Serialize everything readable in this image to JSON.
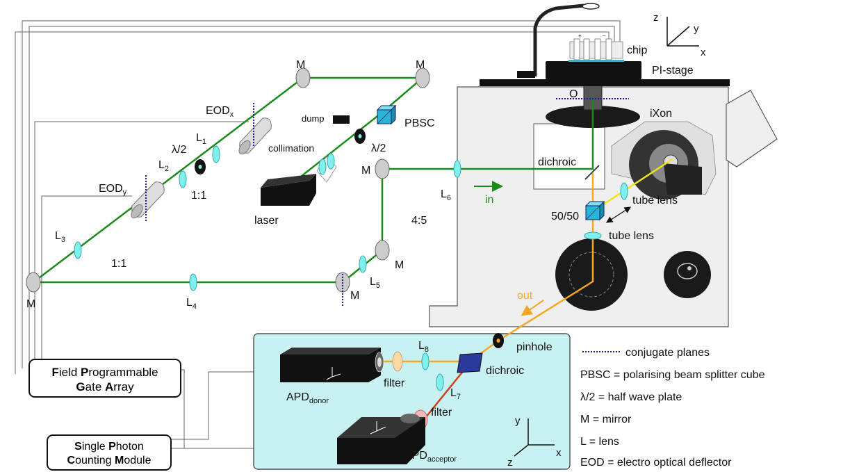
{
  "colors": {
    "beam_green": "#1a8a1a",
    "beam_orange": "#f5a623",
    "beam_yellow": "#f2e318",
    "beam_red": "#d0401a",
    "lens": "#7ff0ee",
    "microscope_fill": "#efefef",
    "detection_box": "#c8f2f2",
    "conjugate_line": "#1a1a8a"
  },
  "labels": {
    "chip": "chip",
    "pi_stage": "PI-stage",
    "objective": "O",
    "ixon": "iXon",
    "dichroic_main": "dichroic",
    "in": "in",
    "fifty_fifty": "50/50",
    "tube_lens_1": "tube lens",
    "tube_lens_2": "tube lens",
    "out": "out",
    "pinhole": "pinhole",
    "dichroic_det": "dichroic",
    "filter_1": "filter",
    "filter_2": "filter",
    "l8_base": "L",
    "l8_sub": "8",
    "l7_base": "L",
    "l7_sub": "7",
    "apd_donor_base": "APD",
    "apd_donor_sub": "donor",
    "apd_acceptor_base": "APD",
    "apd_acceptor_sub": "acceptor",
    "m1": "M",
    "m2": "M",
    "m3": "M",
    "m4": "M",
    "m5": "M",
    "m6": "M",
    "pbsc": "PBSC",
    "dump": "dump",
    "half_wave_1": "λ/2",
    "half_wave_2": "λ/2",
    "collimation": "collimation",
    "laser": "laser",
    "eodx_base": "EOD",
    "eodx_sub": "x",
    "eody_base": "EOD",
    "eody_sub": "y",
    "l1_base": "L",
    "l1_sub": "1",
    "l2_base": "L",
    "l2_sub": "2",
    "l3_base": "L",
    "l3_sub": "3",
    "l4_base": "L",
    "l4_sub": "4",
    "l5_base": "L",
    "l5_sub": "5",
    "l6_base": "L",
    "l6_sub": "6",
    "ratio_1": "1:1",
    "ratio_2": "1:1",
    "ratio_3": "4:5",
    "axis_z": "z",
    "axis_y": "y",
    "axis_x": "x",
    "axis2_z": "z",
    "axis2_y": "y",
    "axis2_x": "x",
    "plus": "+",
    "minus": "–"
  },
  "fpga": {
    "line1": [
      {
        "b": "F",
        "r": "ield "
      },
      {
        "b": "P",
        "r": "rogrammable"
      }
    ],
    "line2": [
      {
        "b": "G",
        "r": "ate "
      },
      {
        "b": "A",
        "r": "rray"
      }
    ]
  },
  "spcm": {
    "line1": [
      {
        "b": "S",
        "r": "ingle "
      },
      {
        "b": "P",
        "r": "hoton"
      }
    ],
    "line2": [
      {
        "b": "C",
        "r": "ounting "
      },
      {
        "b": "M",
        "r": "odule"
      }
    ]
  },
  "legend": {
    "conjugate": "conjugate planes",
    "pbsc": "PBSC = polarising beam splitter cube",
    "half_wave": "λ/2 = half wave plate",
    "mirror": "M = mirror",
    "lens": "L = lens",
    "eod": "EOD =  electro optical deflector"
  }
}
